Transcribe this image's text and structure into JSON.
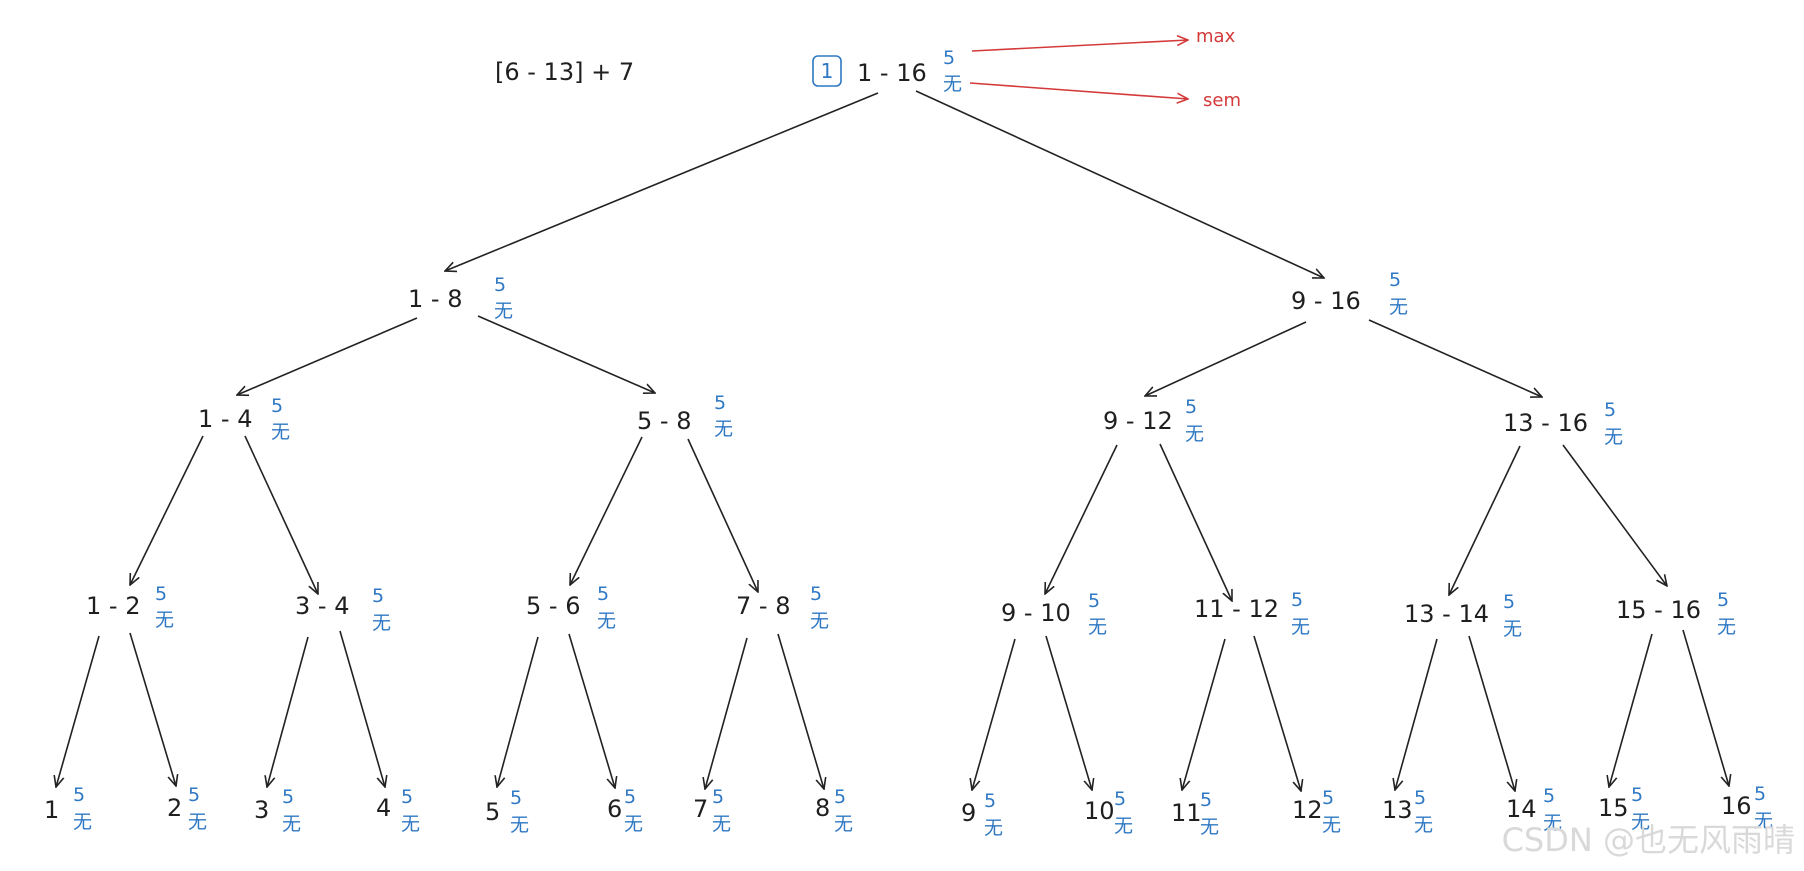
{
  "query": "[6 - 13] + 7",
  "badge": "1",
  "annotations": {
    "max_label": "max",
    "sem_label": "sem"
  },
  "watermark": "CSDN @也无风雨晴",
  "nodes": [
    {
      "id": "n1",
      "range": "1 - 16",
      "max": "5",
      "tag": "无"
    },
    {
      "id": "n2",
      "range": "1 - 8",
      "max": "5",
      "tag": "无"
    },
    {
      "id": "n3",
      "range": "9 - 16",
      "max": "5",
      "tag": "无"
    },
    {
      "id": "n4",
      "range": "1 - 4",
      "max": "5",
      "tag": "无"
    },
    {
      "id": "n5",
      "range": "5 - 8",
      "max": "5",
      "tag": "无"
    },
    {
      "id": "n6",
      "range": "9 - 12",
      "max": "5",
      "tag": "无"
    },
    {
      "id": "n7",
      "range": "13 - 16",
      "max": "5",
      "tag": "无"
    },
    {
      "id": "n8",
      "range": "1 - 2",
      "max": "5",
      "tag": "无"
    },
    {
      "id": "n9",
      "range": "3 - 4",
      "max": "5",
      "tag": "无"
    },
    {
      "id": "n10",
      "range": "5 - 6",
      "max": "5",
      "tag": "无"
    },
    {
      "id": "n11",
      "range": "7 - 8",
      "max": "5",
      "tag": "无"
    },
    {
      "id": "n12",
      "range": "9 - 10",
      "max": "5",
      "tag": "无"
    },
    {
      "id": "n13",
      "range": "11 - 12",
      "max": "5",
      "tag": "无"
    },
    {
      "id": "n14",
      "range": "13 - 14",
      "max": "5",
      "tag": "无"
    },
    {
      "id": "n15",
      "range": "15 - 16",
      "max": "5",
      "tag": "无"
    }
  ],
  "leaves": [
    {
      "id": "l1",
      "num": "1",
      "max": "5",
      "tag": "无"
    },
    {
      "id": "l2",
      "num": "2",
      "max": "5",
      "tag": "无"
    },
    {
      "id": "l3",
      "num": "3",
      "max": "5",
      "tag": "无"
    },
    {
      "id": "l4",
      "num": "4",
      "max": "5",
      "tag": "无"
    },
    {
      "id": "l5",
      "num": "5",
      "max": "5",
      "tag": "无"
    },
    {
      "id": "l6",
      "num": "6",
      "max": "5",
      "tag": "无"
    },
    {
      "id": "l7",
      "num": "7",
      "max": "5",
      "tag": "无"
    },
    {
      "id": "l8",
      "num": "8",
      "max": "5",
      "tag": "无"
    },
    {
      "id": "l9",
      "num": "9",
      "max": "5",
      "tag": "无"
    },
    {
      "id": "l10",
      "num": "10",
      "max": "5",
      "tag": "无"
    },
    {
      "id": "l11",
      "num": "11",
      "max": "5",
      "tag": "无"
    },
    {
      "id": "l12",
      "num": "12",
      "max": "5",
      "tag": "无"
    },
    {
      "id": "l13",
      "num": "13",
      "max": "5",
      "tag": "无"
    },
    {
      "id": "l14",
      "num": "14",
      "max": "5",
      "tag": "无"
    },
    {
      "id": "l15",
      "num": "15",
      "max": "5",
      "tag": "无"
    },
    {
      "id": "l16",
      "num": "16",
      "max": "5",
      "tag": "无"
    }
  ]
}
